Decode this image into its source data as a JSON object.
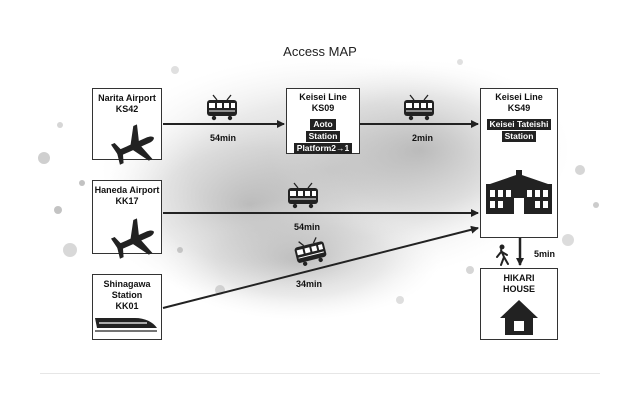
{
  "title": "Access MAP",
  "nodes": {
    "narita": {
      "line1": "Narita Airport",
      "line2": "KS42"
    },
    "haneda": {
      "line1": "Haneda Airport",
      "line2": "KK17"
    },
    "shinagawa": {
      "line1": "Shinagawa",
      "line2": "Station",
      "line3": "KK01"
    },
    "aoto": {
      "line1": "Keisei Line",
      "line2": "KS09",
      "hl1": "Aoto",
      "hl2": "Station",
      "hl3": "Platform2→1"
    },
    "tateishi": {
      "line1": "Keisei Line",
      "line2": "KS49",
      "hl1": "Keisei Tateishi",
      "hl2": "Station"
    },
    "hikari": {
      "line1": "HIKARI",
      "line2": "HOUSE"
    }
  },
  "times": {
    "narita_aoto": "54min",
    "aoto_tateishi": "2min",
    "haneda_tateishi": "54min",
    "shinagawa_tateishi": "34min",
    "walk": "5min"
  },
  "icons": {
    "airplane": "airplane-icon",
    "train": "train-icon",
    "bullet_train": "bullet-train-icon",
    "station": "station-building-icon",
    "house": "house-icon",
    "walker": "walking-person-icon"
  },
  "colors": {
    "ink": "#222222",
    "box_border": "#333333"
  }
}
